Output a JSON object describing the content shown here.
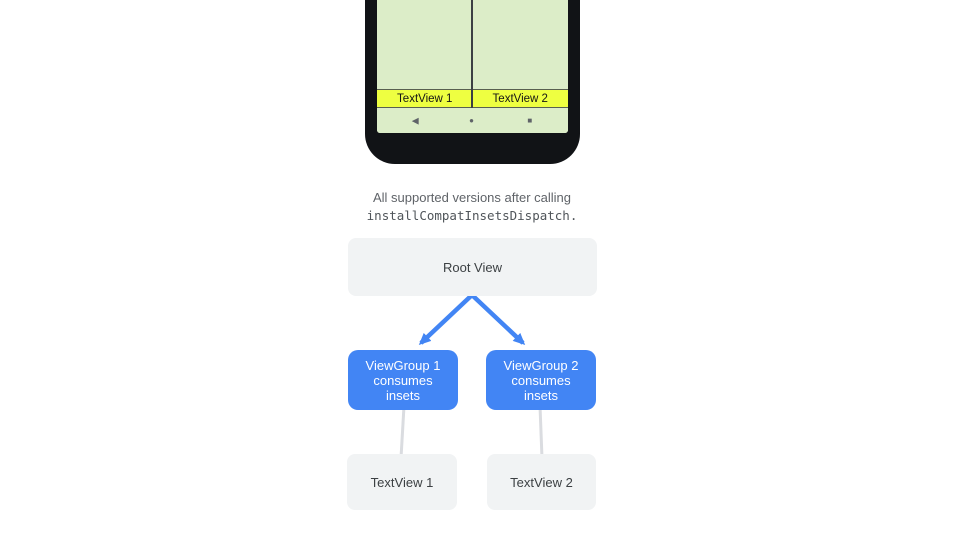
{
  "phone": {
    "screen": {
      "textview1": "TextView 1",
      "textview2": "TextView 2"
    },
    "navbar": {
      "back": "◀",
      "home": "●",
      "recents": "■"
    }
  },
  "caption": {
    "line1": "All supported versions after calling",
    "line2": "installCompatInsetsDispatch."
  },
  "tree": {
    "root_label": "Root View",
    "viewgroup1_label": "ViewGroup 1\nconsumes\ninsets",
    "viewgroup2_label": "ViewGroup 2\nconsumes\ninsets",
    "textview1_label": "TextView 1",
    "textview2_label": "TextView 2"
  },
  "colors": {
    "accent_blue": "#4285f4",
    "node_gray": "#f1f3f4",
    "node_text": "#3c4043",
    "caption_text": "#5f6368",
    "screen_green": "#dcedc8",
    "highlight_yellow": "#eeff41",
    "connector_gray": "#dadce0"
  }
}
